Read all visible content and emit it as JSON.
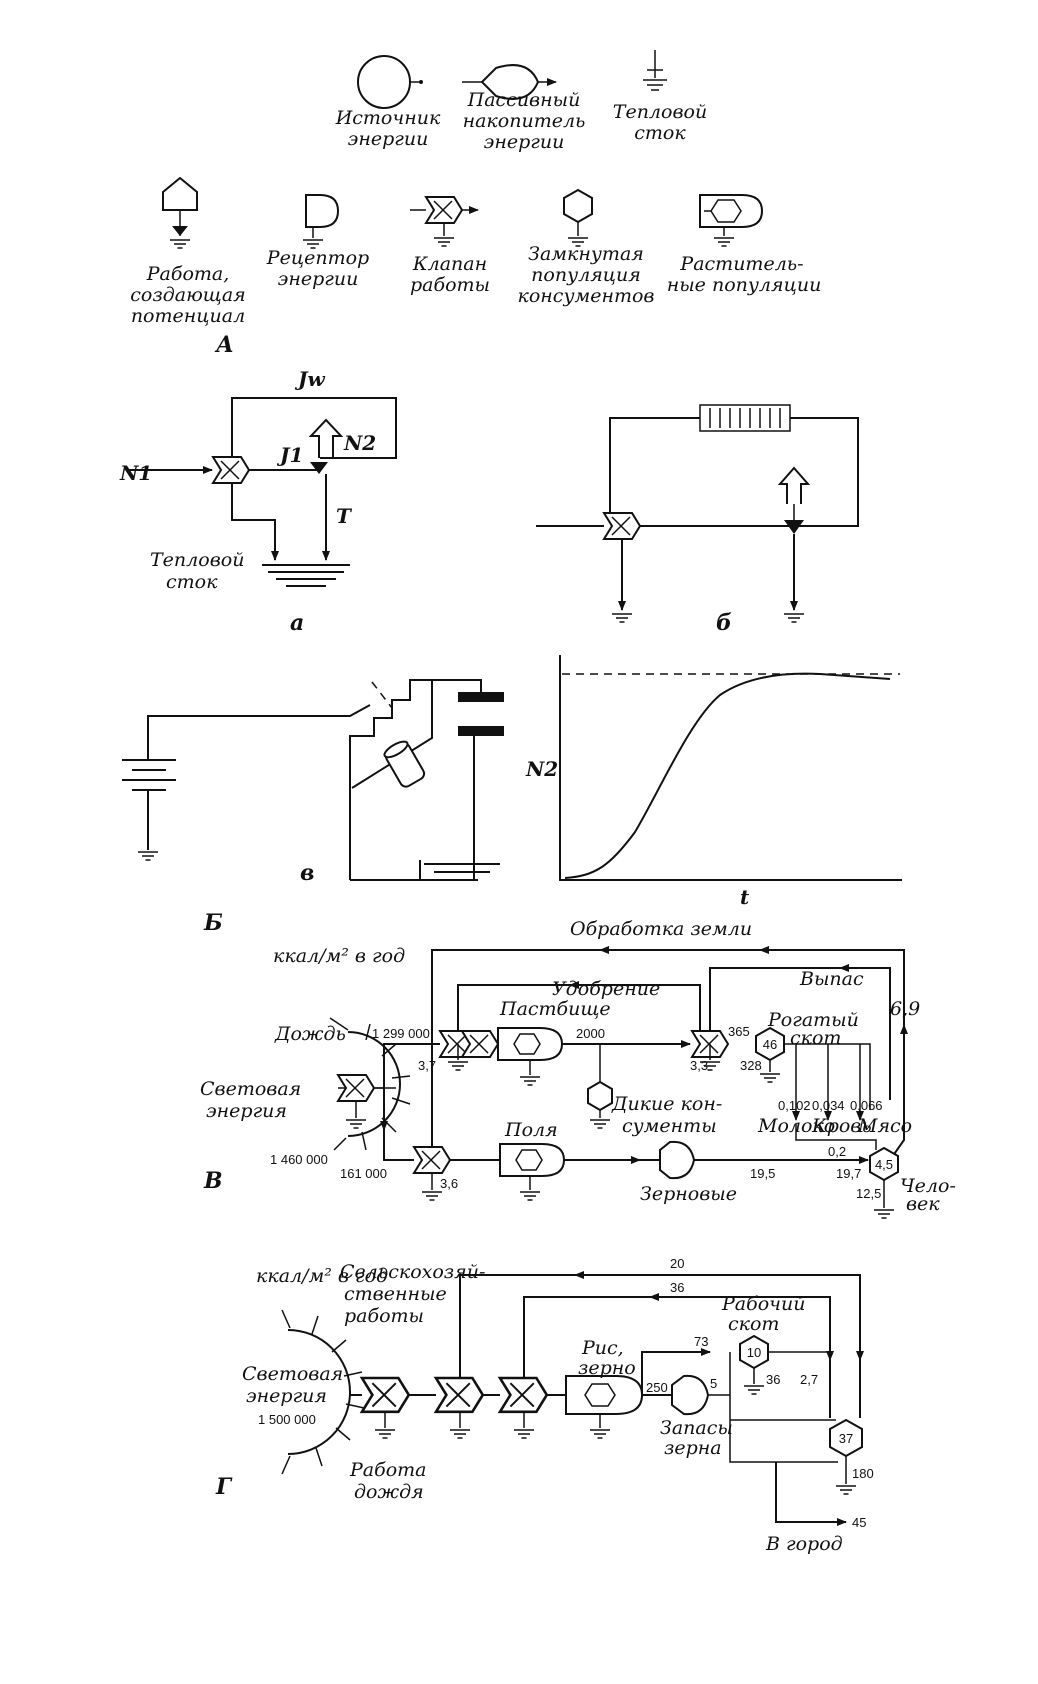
{
  "legend": {
    "energy_source": [
      "Источник",
      "энергии"
    ],
    "passive_storage": [
      "Пассивный",
      "накопитель",
      "энергии"
    ],
    "heat_sink": [
      "Тепловой",
      "сток"
    ],
    "potential_work": [
      "Работа,",
      "создающая",
      "потенциал"
    ],
    "energy_receptor": [
      "Рецептор",
      "энергии"
    ],
    "work_gate": [
      "Клапан",
      "работы"
    ],
    "consumer_population": [
      "Замкнутая",
      "популяция",
      "консументов"
    ],
    "plant_population": [
      "Раститель-",
      "ные популяции"
    ],
    "section_label": "А"
  },
  "panel_b": {
    "section_label": "Б",
    "a": {
      "jw": "Jw",
      "n1": "N1",
      "j1": "J1",
      "n2": "N2",
      "t": "T",
      "sink": [
        "Тепловой",
        "сток"
      ],
      "label": "а"
    },
    "b": {
      "label": "б"
    },
    "v": {
      "label": "в"
    },
    "graph": {
      "ylabel": "N2",
      "xlabel": "t"
    }
  },
  "panel_v": {
    "section_label": "В",
    "units": "ккал/м² в год",
    "tillage": "Обработка земли",
    "fertilizer": "Удобрение",
    "grazing": "Выпас",
    "rain": "Дождь",
    "light": [
      "Световая",
      "энергия"
    ],
    "pasture": "Пастбище",
    "cattle": [
      "Рогатый",
      "скот"
    ],
    "wild": [
      "Дикие кон-",
      "сументы"
    ],
    "milk": "Молоко",
    "blood": "Кровь",
    "meat": "Мясо",
    "fields": "Поля",
    "grain": "Зерновые",
    "human": [
      "Чело-",
      "век"
    ],
    "numbers": {
      "n1299000": "1 299 000",
      "n1460000": "1 460 000",
      "n161000": "161 000",
      "n3_7": "3,7",
      "n2000": "2000",
      "n365": "365",
      "n46": "46",
      "n328": "328",
      "n3_3": "3,3",
      "n6_9": "6,9",
      "n0_102": "0,102",
      "n0_034": "0,034",
      "n0_066": "0,066",
      "n0_2": "0,2",
      "n3_6": "3,6",
      "n19_5": "19,5",
      "n19_7": "19,7",
      "n4_5": "4,5",
      "n12_5": "12,5"
    }
  },
  "panel_g": {
    "section_label": "Г",
    "units": "ккал/м² в год",
    "light": [
      "Световая",
      "энергия"
    ],
    "light_value": "1 500 000",
    "farm_work": [
      "Сельскохозяй-",
      "ственные",
      "работы"
    ],
    "rice": [
      "Рис,",
      "зерно"
    ],
    "work_cattle": [
      "Рабочий",
      "скот"
    ],
    "grain_stock": [
      "Запасы",
      "зерна"
    ],
    "rain_work": [
      "Работа",
      "дождя"
    ],
    "to_city": "В город",
    "numbers": {
      "n20": "20",
      "n36a": "36",
      "n73": "73",
      "n10": "10",
      "n36b": "36",
      "n250": "250",
      "n5": "5",
      "n2_7": "2,7",
      "n37": "37",
      "n180": "180",
      "n45": "45"
    }
  }
}
